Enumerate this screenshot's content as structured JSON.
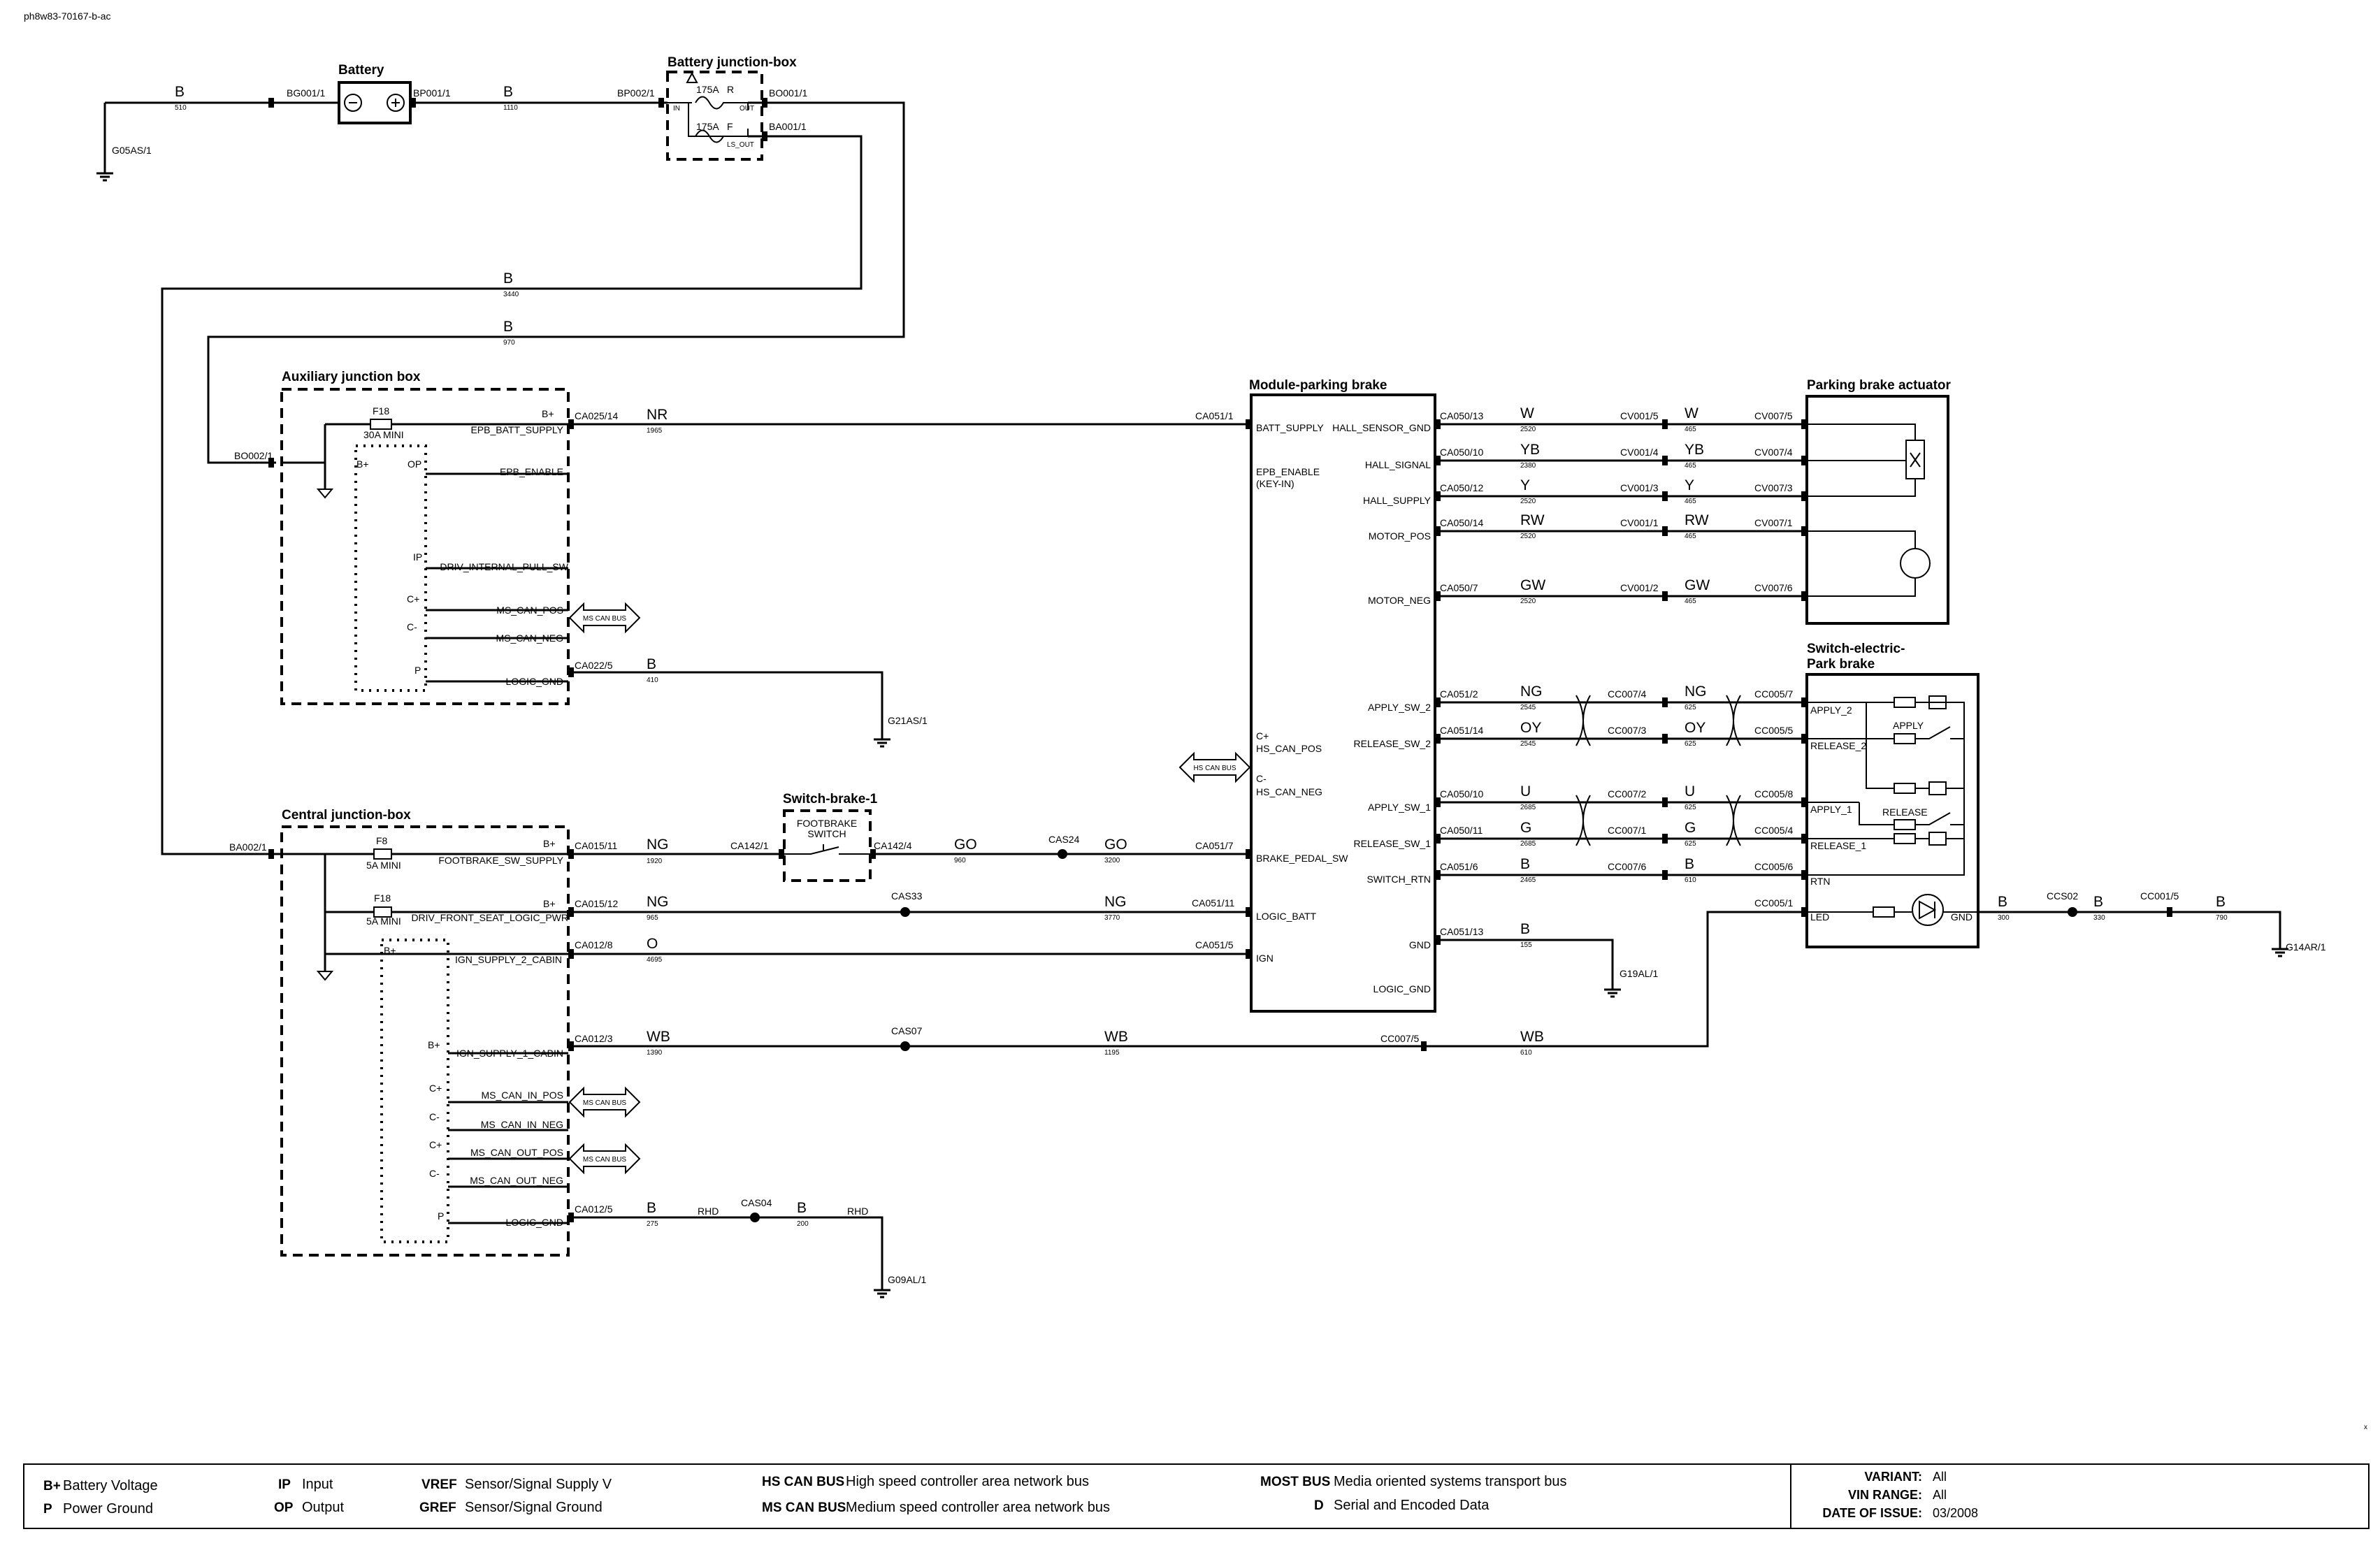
{
  "doc_id": "ph8w83-70167-b-ac",
  "stray_mark": "x",
  "components": {
    "battery": "Battery",
    "battery_jbox": "Battery junction-box",
    "aux_jbox": "Auxiliary junction box",
    "central_jbox": "Central junction-box",
    "switch_brake": "Switch-brake-1",
    "epb_module": "Module-parking brake",
    "actuator": "Parking brake actuator",
    "park_switch_l1": "Switch-electric-",
    "park_switch_l2": "Park brake"
  },
  "battery_jbox": {
    "fuse1": "175A",
    "fuse1_r": "R",
    "fuse2": "175A",
    "fuse2_f": "F",
    "in": "IN",
    "out": "OUT",
    "ls_out": "LS_OUT"
  },
  "aux_jbox": {
    "fuse": "F18",
    "fuse_rating": "30A MINI",
    "bplus": "B+",
    "bplus2": "B+",
    "op": "OP",
    "ip": "IP",
    "cplus": "C+",
    "cminus": "C-",
    "p": "P",
    "pins": [
      "EPB_BATT_SUPPLY",
      "EPB_ENABLE",
      "DRIV_INTERNAL_PULL_SW",
      "MS_CAN_POS",
      "MS_CAN_NEG",
      "LOGIC_GND"
    ],
    "bus": "MS CAN BUS"
  },
  "central_jbox": {
    "fuse1": "F8",
    "fuse1_rating": "5A MINI",
    "fuse2": "F18",
    "fuse2_rating": "5A MINI",
    "bplus_top": "B+",
    "bplus_a": "B+",
    "bplus_b": "B+",
    "bplus_c": "B+",
    "cplus1": "C+",
    "cminus1": "C-",
    "cplus2": "C+",
    "cminus2": "C-",
    "p": "P",
    "pins": [
      "FOOTBRAKE_SW_SUPPLY",
      "DRIV_FRONT_SEAT_LOGIC_PWR",
      "IGN_SUPPLY_2_CABIN",
      "IGN_SUPPLY_1_CABIN",
      "MS_CAN_IN_POS",
      "MS_CAN_IN_NEG",
      "MS_CAN_OUT_POS",
      "MS_CAN_OUT_NEG",
      "LOGIC_GND"
    ],
    "bus1": "MS CAN BUS",
    "bus2": "MS CAN BUS"
  },
  "switch_brake": {
    "inner1": "FOOTBRAKE",
    "inner2": "SWITCH"
  },
  "epb_module": {
    "left_pins": [
      "BATT_SUPPLY",
      "EPB_ENABLE",
      "(KEY-IN)",
      "C+",
      "HS_CAN_POS",
      "C-",
      "HS_CAN_NEG",
      "BRAKE_PEDAL_SW",
      "LOGIC_BATT",
      "IGN"
    ],
    "right_pins": [
      "HALL_SENSOR_GND",
      "HALL_SIGNAL",
      "HALL_SUPPLY",
      "MOTOR_POS",
      "MOTOR_NEG",
      "APPLY_SW_2",
      "RELEASE_SW_2",
      "APPLY_SW_1",
      "RELEASE_SW_1",
      "SWITCH_RTN",
      "GND",
      "LOGIC_GND"
    ],
    "bus": "HS CAN BUS"
  },
  "park_switch": {
    "pins": [
      "APPLY_2",
      "RELEASE_2",
      "APPLY_1",
      "RELEASE_1",
      "RTN",
      "LED",
      "GND"
    ],
    "apply": "APPLY",
    "release": "RELEASE"
  },
  "connectors": {
    "bg001": "BG001/1",
    "bp001": "BP001/1",
    "bp002": "BP002/1",
    "bo001": "BO001/1",
    "ba001": "BA001/1",
    "bo002": "BO002/1",
    "ba002": "BA002/1",
    "ca025_14": "CA025/14",
    "ca022_5": "CA022/5",
    "ca015_11": "CA015/11",
    "ca015_12": "CA015/12",
    "ca012_8": "CA012/8",
    "ca012_3": "CA012/3",
    "ca012_5": "CA012/5",
    "ca142_1": "CA142/1",
    "ca142_4": "CA142/4",
    "ca051_1": "CA051/1",
    "ca051_7": "CA051/7",
    "ca051_11": "CA051/11",
    "ca051_5": "CA051/5",
    "ca050_13": "CA050/13",
    "ca050_10": "CA050/10",
    "ca050_12": "CA050/12",
    "ca050_14": "CA050/14",
    "ca050_7": "CA050/7",
    "ca051_2": "CA051/2",
    "ca051_14": "CA051/14",
    "ca050_10b": "CA050/10",
    "ca050_11": "CA050/11",
    "ca051_6": "CA051/6",
    "ca051_13": "CA051/13",
    "cv001_5": "CV001/5",
    "cv001_4": "CV001/4",
    "cv001_3": "CV001/3",
    "cv001_1": "CV001/1",
    "cv001_2": "CV001/2",
    "cv007_5": "CV007/5",
    "cv007_4": "CV007/4",
    "cv007_3": "CV007/3",
    "cv007_1": "CV007/1",
    "cv007_6": "CV007/6",
    "cc007_4": "CC007/4",
    "cc007_3": "CC007/3",
    "cc007_2": "CC007/2",
    "cc007_1": "CC007/1",
    "cc007_6": "CC007/6",
    "cc007_5": "CC007/5",
    "cc005_7": "CC005/7",
    "cc005_5": "CC005/5",
    "cc005_8": "CC005/8",
    "cc005_4": "CC005/4",
    "cc005_6": "CC005/6",
    "cc005_1": "CC005/1",
    "cc001_5": "CC001/5"
  },
  "splices": {
    "cas24": "CAS24",
    "cas33": "CAS33",
    "cas07": "CAS07",
    "cas04": "CAS04",
    "ccs02": "CCS02"
  },
  "grounds": {
    "g05as": "G05AS/1",
    "g21as": "G21AS/1",
    "g09al": "G09AL/1",
    "g19al": "G19AL/1",
    "g14ar": "G14AR/1"
  },
  "wires": {
    "w1": {
      "c": "B",
      "n": "510"
    },
    "w2": {
      "c": "B",
      "n": "1110"
    },
    "w3": {
      "c": "B",
      "n": "3440"
    },
    "w4": {
      "c": "B",
      "n": "970"
    },
    "w5": {
      "c": "NR",
      "n": "1965"
    },
    "w6": {
      "c": "B",
      "n": "410"
    },
    "w7": {
      "c": "NG",
      "n": "1920"
    },
    "w8": {
      "c": "GO",
      "n": "960"
    },
    "w9": {
      "c": "GO",
      "n": "3200"
    },
    "w10": {
      "c": "NG",
      "n": "965"
    },
    "w11": {
      "c": "NG",
      "n": "3770"
    },
    "w12": {
      "c": "O",
      "n": "4695"
    },
    "w13": {
      "c": "WB",
      "n": "1390"
    },
    "w14": {
      "c": "WB",
      "n": "1195"
    },
    "w15": {
      "c": "WB",
      "n": "610"
    },
    "w16": {
      "c": "B",
      "n": "275",
      "r": "RHD"
    },
    "w17": {
      "c": "B",
      "n": "200",
      "r": "RHD"
    },
    "m1": {
      "c": "W",
      "n": "2520"
    },
    "m1b": {
      "c": "W",
      "n": "465"
    },
    "m2": {
      "c": "YB",
      "n": "2380"
    },
    "m2b": {
      "c": "YB",
      "n": "465"
    },
    "m3": {
      "c": "Y",
      "n": "2520"
    },
    "m3b": {
      "c": "Y",
      "n": "465"
    },
    "m4": {
      "c": "RW",
      "n": "2520"
    },
    "m4b": {
      "c": "RW",
      "n": "465"
    },
    "m5": {
      "c": "GW",
      "n": "2520"
    },
    "m5b": {
      "c": "GW",
      "n": "465"
    },
    "s1": {
      "c": "NG",
      "n": "2545"
    },
    "s1b": {
      "c": "NG",
      "n": "625"
    },
    "s2": {
      "c": "OY",
      "n": "2545"
    },
    "s2b": {
      "c": "OY",
      "n": "625"
    },
    "s3": {
      "c": "U",
      "n": "2685"
    },
    "s3b": {
      "c": "U",
      "n": "625"
    },
    "s4": {
      "c": "G",
      "n": "2685"
    },
    "s4b": {
      "c": "G",
      "n": "625"
    },
    "s5": {
      "c": "B",
      "n": "2465"
    },
    "s5b": {
      "c": "B",
      "n": "610"
    },
    "s6": {
      "c": "B",
      "n": "155"
    },
    "g1": {
      "c": "B",
      "n": "300"
    },
    "g2": {
      "c": "B",
      "n": "330"
    },
    "g3": {
      "c": "B",
      "n": "790"
    }
  },
  "legend": [
    {
      "k": "B+",
      "v": "Battery Voltage"
    },
    {
      "k": "P",
      "v": "Power Ground"
    },
    {
      "k": "IP",
      "v": "Input"
    },
    {
      "k": "OP",
      "v": "Output"
    },
    {
      "k": "VREF",
      "v": "Sensor/Signal Supply V"
    },
    {
      "k": "GREF",
      "v": "Sensor/Signal Ground"
    },
    {
      "k": "HS CAN BUS",
      "v": "High speed controller area network bus"
    },
    {
      "k": "MS CAN BUS",
      "v": "Medium speed controller area network bus"
    },
    {
      "k": "MOST BUS",
      "v": "Media oriented systems transport bus"
    },
    {
      "k": "D",
      "v": "Serial and Encoded Data"
    }
  ],
  "meta": [
    {
      "k": "VARIANT:",
      "v": "All"
    },
    {
      "k": "VIN RANGE:",
      "v": "All"
    },
    {
      "k": "DATE OF ISSUE:",
      "v": "03/2008"
    }
  ]
}
